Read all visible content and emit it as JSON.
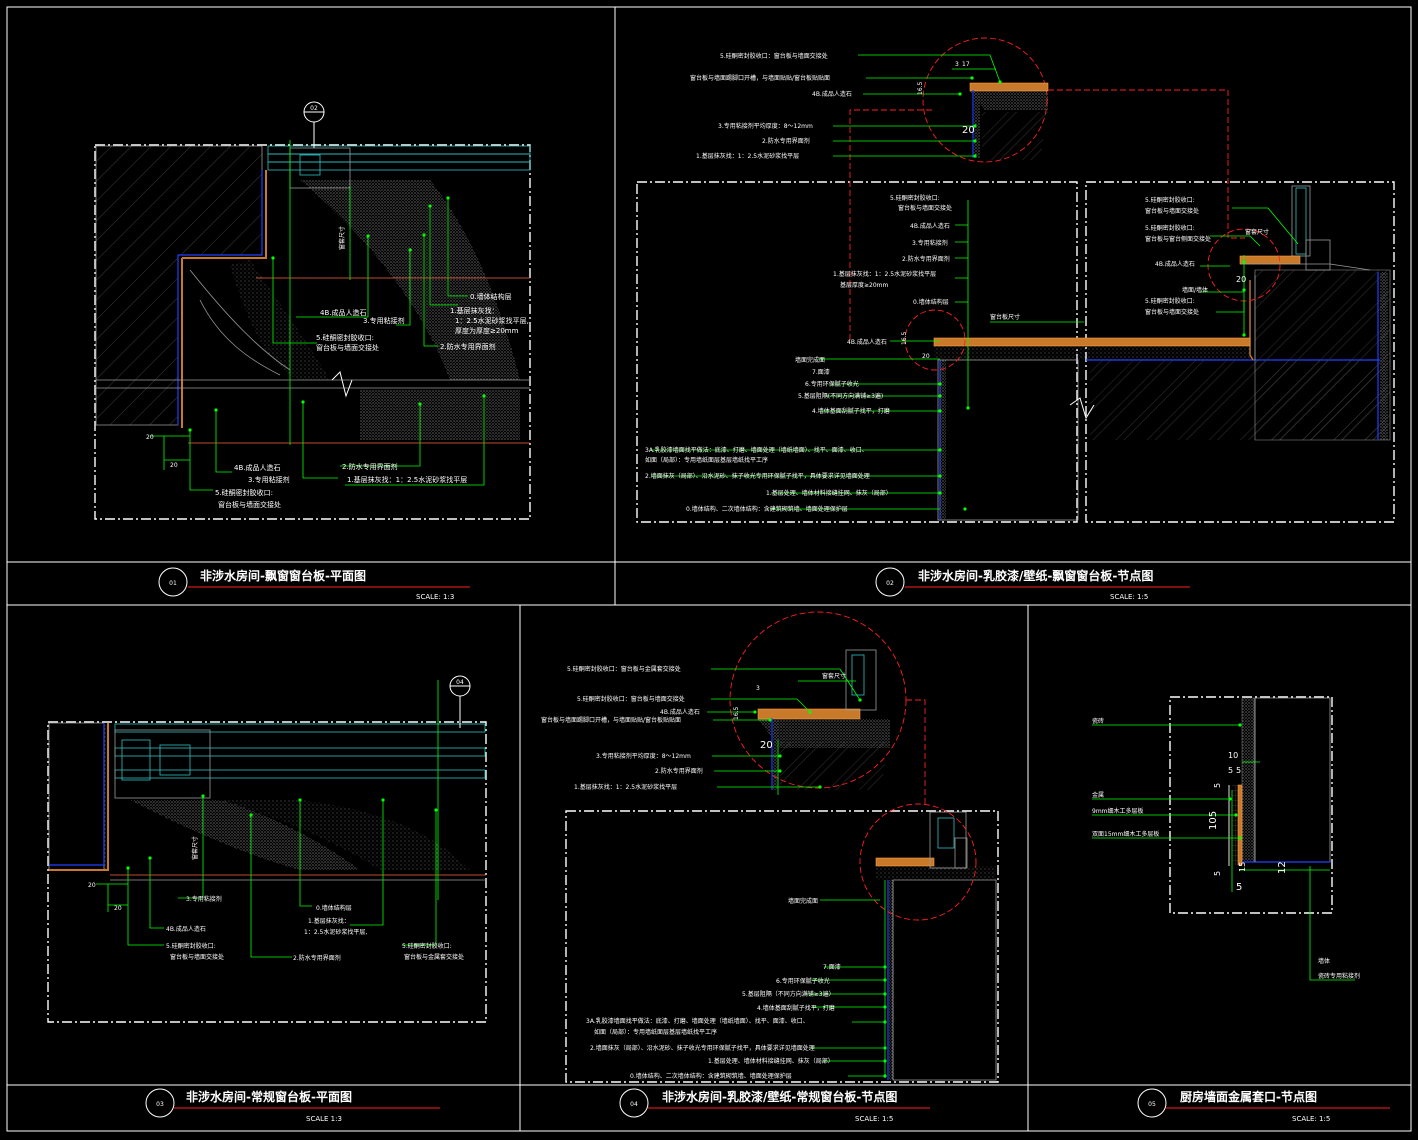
{
  "panels": [
    {
      "num": "01",
      "title": "非涉水房间-飘窗窗台板-平面图",
      "scale": "SCALE:    1:3",
      "tag": "02",
      "labels": {
        "a": "4B.成品人造石",
        "b": "3.专用粘接剂",
        "c": "2.防水专用界面剂",
        "d": "1.基层抹灰找：\n1：2.5水泥砂浆找平层,\n厚度为厚度≥20mm",
        "e": "0.墙体结构层",
        "f": "5.硅酮密封胶收口:\n窗台板与墙面交接处",
        "g": "4B.成品人造石",
        "h": "3.专用粘接剂",
        "i": "2.防水专用界面剂",
        "j": "1.基层抹灰找：1：2.5水泥砂浆找平层",
        "k": "5.硅酮密封胶收口:\n窗台板与墙面交接处",
        "vert": "窗套尺寸"
      },
      "dims": [
        "20",
        "20"
      ]
    },
    {
      "num": "02",
      "title": "非涉水房间-乳胶漆/壁纸-飘窗窗台板-节点图",
      "scale": "SCALE:  1:5",
      "labels": {
        "t1": "5.硅酮密封胶收口：窗台板与墙面交接处",
        "t2": "窗台板与墙面踢脚口开槽，与墙面贴贴/窗台板贴贴面",
        "t3": "4B.成品人造石",
        "t4": "3.专用粘接剂平均厚度：8～12mm",
        "t5": "2.防水专用界面剂",
        "t6": "1.基层抹灰找：1：2.5水泥砂浆找平层",
        "m1": "5.硅酮密封胶收口:\n窗台板与墙面交接处",
        "m2": "4B.成品人造石",
        "m3": "3.专用粘接剂",
        "m4": "2.防水专用界面剂",
        "m5": "1.基层抹灰找：1：2.5水泥砂浆找平层\n基层厚度≥20mm",
        "m6": "0.墙体结构层",
        "m7": "4B.成品人造石",
        "m8": "墙面完成面",
        "m9": "7.面漆",
        "m10": "6.专用环保腻子收光",
        "m11": "5.基层阻隔(不同方向满铺≥3遍)",
        "m12": "4.墙体基面刮腻子找平，打磨",
        "m13": "3A.乳胶漆墙面找平做法：底漆、打磨、墙面处理（墙纸墙面）、找平、面漆、收口、\n   如面（局部）：专用墙纸面层基层墙纸找平工序",
        "m14": "2.墙面抹灰（局部）、沿水泥砂、抹子收光专用环保腻子找平，具体要求详见墙面处理",
        "m15": "1.基层处理、墙体材料接缝挂网、抹灰（局部）",
        "m16": "0.墙体结构、二次墙体结构：含建筑砌筑墙、墙面处理保护层",
        "m17": "窗台板尺寸",
        "r1": "5.硅酮密封胶收口:\n窗台板与墙面交接处",
        "r2": "5.硅酮密封胶收口:\n窗台板与窗台侧面交接处",
        "r3": "4B.成品人造石",
        "r4": "窗套尺寸",
        "r5": "墙面/墙体",
        "r6": "5.硅酮密封胶收口:\n窗台板与墙面交接处"
      },
      "dims": [
        "3",
        "17",
        "16.5",
        "20",
        "16.5",
        "20"
      ]
    },
    {
      "num": "03",
      "title": "非涉水房间-常规窗台板-平面图",
      "scale": "SCALE 1:3",
      "tag": "04",
      "labels": {
        "a": "3.专用粘接剂",
        "b": "0.墙体结构层",
        "c": "1.基层抹灰找：\n1：2.5水泥砂浆找平层,",
        "d": "4B.成品人造石",
        "e": "5.硅酮密封胶收口:\n窗台板与墙面交接处",
        "f": "2.防水专用界面剂",
        "g": "5.硅酮密封胶收口:\n窗台板与金属套交接处",
        "vert": "窗套尺寸"
      },
      "dims": [
        "20",
        "20"
      ]
    },
    {
      "num": "04",
      "title": "非涉水房间-乳胶漆/壁纸-常规窗台板-节点图",
      "scale": "SCALE:   1:5",
      "labels": {
        "t1": "5.硅酮密封胶收口：窗台板与金属套交接处",
        "t2": "5.硅酮密封胶收口：窗台板与墙面交接处",
        "t3": "4B.成品人造石",
        "t4": "窗台板与墙面踢脚口开槽，与墙面贴贴/窗台板贴贴面",
        "t5": "3.专用粘接剂平均厚度：8～12mm",
        "t6": "2.防水专用界面剂",
        "t7": "1.基层抹灰找：1：2.5水泥砂浆找平层",
        "t8": "窗套尺寸",
        "m1": "墙面完成面",
        "m2": "7.面漆",
        "m3": "6.专用环保腻子收光",
        "m4": "5.基层阻隔（不同方向满铺≥3遍）",
        "m5": "4.墙体基面刮腻子找平，打磨",
        "m6": "3A.乳胶漆墙面找平做法：底漆、打磨、墙面处理（墙纸墙面）、找平、面漆、收口、\n   如面（局部）：专用墙纸面层基层墙纸找平工序",
        "m7": "2.墙面抹灰（局部）、沿水泥砂、抹子收光专用环保腻子找平，具体要求详见墙面处理",
        "m8": "1.基层处理、墙体材料接缝挂网、抹灰（局部）",
        "m9": "0.墙体结构、二次墙体结构：含建筑砌筑墙、墙面处理保护层"
      },
      "dims": [
        "3",
        "16.5",
        "20"
      ]
    },
    {
      "num": "05",
      "title": "厨房墙面金属套口-节点图",
      "scale": "SCALE:     1:5",
      "labels": {
        "a": "瓷砖",
        "b": "金属",
        "c": "9mm细木工多层板",
        "d": "双面15mm细木工多层板",
        "e": "墙体",
        "f": "瓷砖专用粘接剂"
      },
      "dims": [
        "10",
        "5",
        "5",
        "5",
        "105",
        "5",
        "15",
        "5",
        "12"
      ]
    }
  ],
  "colors": {
    "background": "#000000",
    "leader": "#00ff00",
    "callout": "#ff2020",
    "membrane": "#2040ff",
    "stone": "#c87a2a",
    "text": "#ffffff"
  }
}
